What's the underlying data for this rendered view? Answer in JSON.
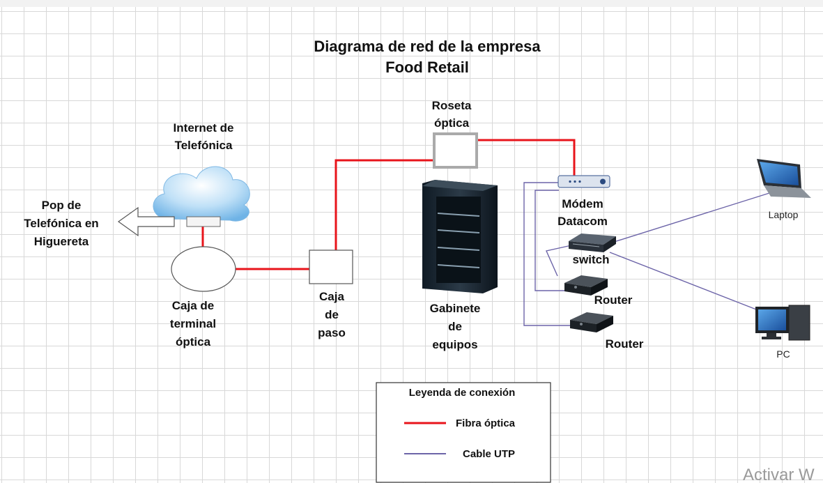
{
  "diagram": {
    "title_line1": "Diagrama de red de la empresa",
    "title_line2": "Food Retail",
    "colors": {
      "fiber": "#e8141b",
      "utp": "#6c64a8"
    },
    "nodes": {
      "internet": {
        "line1": "Internet de",
        "line2": "Telefónica",
        "icon": "cloud-icon"
      },
      "pop": {
        "line1": "Pop de",
        "line2": "Telefónica en",
        "line3": "Higuereta",
        "icon": "arrow-left-icon"
      },
      "terminal": {
        "line1": "Caja de",
        "line2": "terminal",
        "line3": "óptica"
      },
      "paso": {
        "line1": "Caja",
        "line2": "de",
        "line3": "paso"
      },
      "roseta": {
        "line1": "Roseta",
        "line2": "óptica"
      },
      "gabinete": {
        "line1": "Gabinete",
        "line2": "de",
        "line3": "equipos",
        "icon": "rack-cabinet-icon"
      },
      "modem": {
        "line1": "Módem",
        "line2": "Datacom",
        "icon": "modem-icon"
      },
      "switch": {
        "label": "switch",
        "icon": "switch-icon"
      },
      "router1": {
        "label": "Router",
        "icon": "router-icon"
      },
      "router2": {
        "label": "Router",
        "icon": "router-icon"
      },
      "laptop": {
        "label": "Laptop",
        "icon": "laptop-icon"
      },
      "pc": {
        "label": "PC",
        "icon": "desktop-pc-icon"
      }
    },
    "legend": {
      "title": "Leyenda de conexión",
      "fiber_label": "Fibra óptica",
      "utp_label": "Cable UTP"
    },
    "watermark": "Activar W"
  }
}
